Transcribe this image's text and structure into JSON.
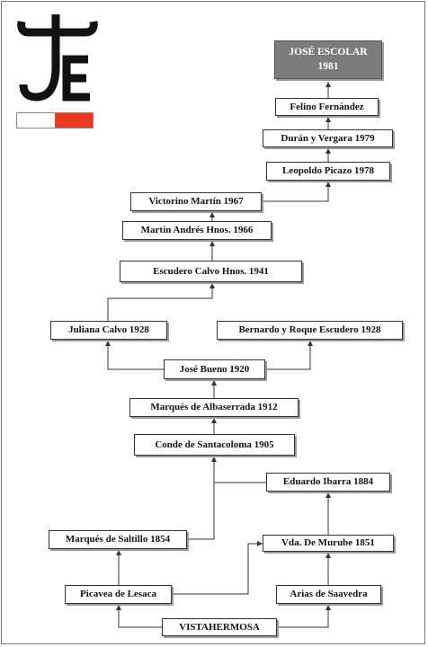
{
  "nodes": {
    "final_name": "JOSÉ ESCOLAR",
    "final_year": "1981",
    "felino": "Felino Fernández",
    "duran": "Durán y Vergara 1979",
    "leopoldo": "Leopoldo Picazo 1978",
    "victorino": "Victorino Martín 1967",
    "martin": "Martín Andrés Hnos. 1966",
    "escudero": "Escudero Calvo Hnos. 1941",
    "juliana": "Juliana Calvo 1928",
    "bernardo": "Bernardo y Roque Escudero 1928",
    "bueno": "José Bueno 1920",
    "albaserrada": "Marqués de Albaserrada 1912",
    "santacoloma": "Conde de Santacoloma 1905",
    "ibarra": "Eduardo Ibarra 1884",
    "saltillo": "Marqués de Saltillo 1854",
    "murube": "Vda. De Murube 1851",
    "lesaca": "Picavea de Lesaca",
    "saavedra": "Arias de Saavedra",
    "vistahermosa": "VISTAHERMOSA"
  },
  "brand": {
    "icon": "ganaderia-brand-mark-icon",
    "flag_colors": [
      "#ffffff",
      "#e83a1e"
    ]
  }
}
